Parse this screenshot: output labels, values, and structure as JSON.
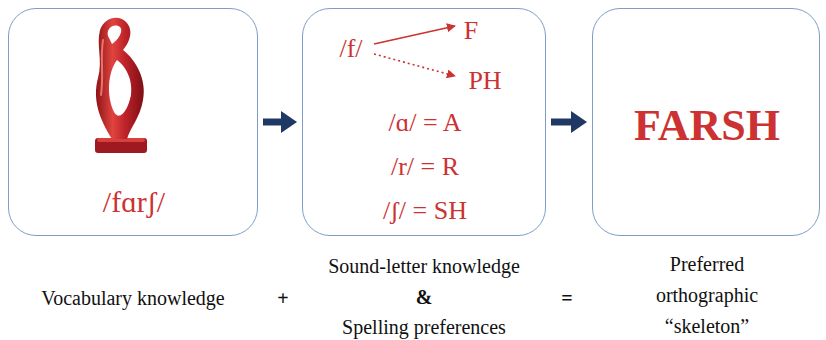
{
  "diagram": {
    "nodes": [
      {
        "text": [
          "/fɑrʃ/"
        ]
      },
      {
        "text": [
          "/f/",
          "F",
          "PH",
          "/ɑ/ = A",
          "/r/ = R",
          "/ʃ/ = SH"
        ]
      },
      {
        "text": [
          "FARSH"
        ]
      }
    ],
    "edges": [
      {
        "from": 0,
        "to": 1,
        "arrow": "to"
      },
      {
        "from": 1,
        "to": 2,
        "arrow": "to"
      }
    ],
    "labels": [
      "Vocabulary knowledge",
      "+",
      "Sound-letter knowledge",
      "&",
      "Spelling preferences",
      "=",
      "Preferred orthographic “skeleton”"
    ]
  }
}
